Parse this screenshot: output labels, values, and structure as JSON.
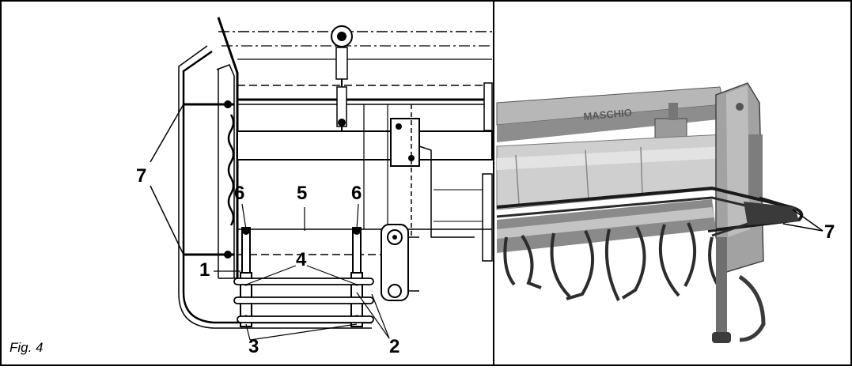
{
  "figure": {
    "caption": "Fig. 4",
    "left_labels": {
      "l7": "7",
      "l6a": "6",
      "l5": "5",
      "l6b": "6",
      "l1": "1",
      "l4": "4",
      "l3": "3",
      "l2": "2"
    },
    "right_labels": {
      "l7": "7"
    },
    "machine_brand": "MASCHIO"
  },
  "colors": {
    "line": "#000000",
    "photo_bg": "#f2f2f2",
    "metal_light": "#cfcfcf",
    "metal_mid": "#a8a8a8",
    "metal_dark": "#4a4a4a"
  }
}
